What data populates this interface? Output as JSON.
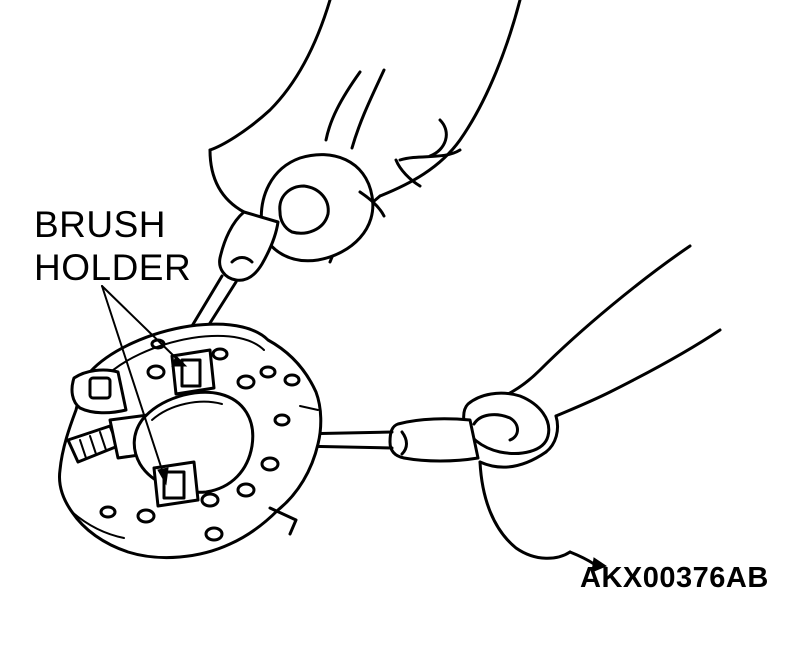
{
  "figure": {
    "callout": {
      "line1": "BRUSH",
      "line2": "HOLDER"
    },
    "figure_code": "AKX00376AB"
  }
}
